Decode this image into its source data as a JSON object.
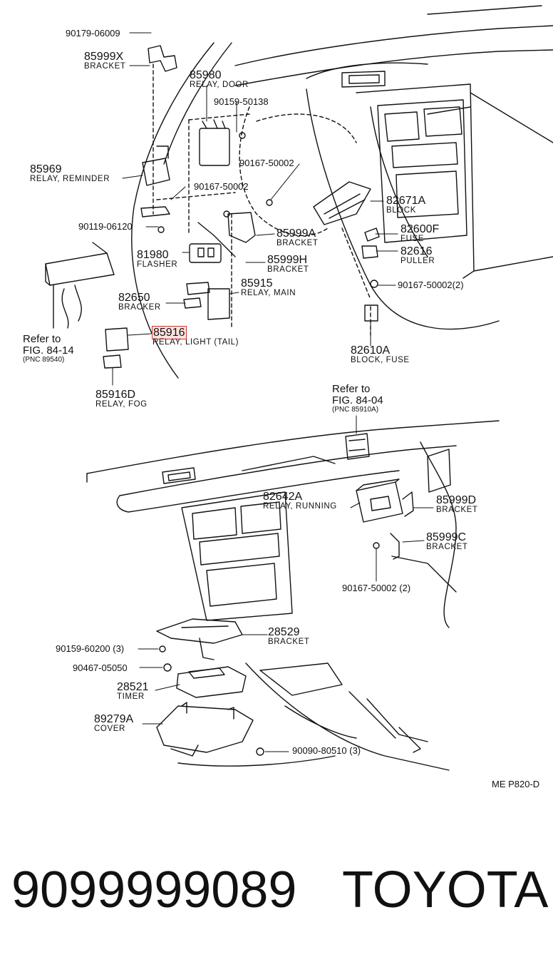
{
  "diagram": {
    "code": "ME P820-D",
    "labels": [
      {
        "id": "90179-06009",
        "pn": "90179-06009",
        "cap": ""
      },
      {
        "id": "85999X",
        "pn": "85999X",
        "cap": "BRACKET"
      },
      {
        "id": "85980",
        "pn": "85980",
        "cap": "RELAY, DOOR"
      },
      {
        "id": "90159-50138",
        "pn": "90159-50138",
        "cap": ""
      },
      {
        "id": "85969",
        "pn": "85969",
        "cap": "RELAY, REMINDER"
      },
      {
        "id": "90167-50002-a",
        "pn": "90167-50002",
        "cap": ""
      },
      {
        "id": "90167-50002-b",
        "pn": "90167-50002",
        "cap": ""
      },
      {
        "id": "90119-06120",
        "pn": "90119-06120",
        "cap": ""
      },
      {
        "id": "82671A",
        "pn": "82671A",
        "cap": "BLOCK"
      },
      {
        "id": "82600F",
        "pn": "82600F",
        "cap": "FUSE"
      },
      {
        "id": "82616",
        "pn": "82616",
        "cap": "PULLER"
      },
      {
        "id": "85999A",
        "pn": "85999A",
        "cap": "BRACKET"
      },
      {
        "id": "81980",
        "pn": "81980",
        "cap": "FLASHER"
      },
      {
        "id": "85999H",
        "pn": "85999H",
        "cap": "BRACKET"
      },
      {
        "id": "90167-50002-2",
        "pn": "90167-50002(2)",
        "cap": ""
      },
      {
        "id": "82650",
        "pn": "82650",
        "cap": "BRACKER"
      },
      {
        "id": "85915",
        "pn": "85915",
        "cap": "RELAY, MAIN"
      },
      {
        "id": "85916",
        "pn": "85916",
        "cap": "RELAY, LIGHT (TAIL)"
      },
      {
        "id": "82610A",
        "pn": "82610A",
        "cap": "BLOCK, FUSE"
      },
      {
        "id": "85916D",
        "pn": "85916D",
        "cap": "RELAY, FOG"
      },
      {
        "id": "82642A",
        "pn": "82642A",
        "cap": "RELAY, RUNNING"
      },
      {
        "id": "85999D",
        "pn": "85999D",
        "cap": "BRACKET"
      },
      {
        "id": "85999C",
        "pn": "85999C",
        "cap": "BRACKET"
      },
      {
        "id": "90167-50002-3",
        "pn": "90167-50002 (2)",
        "cap": ""
      },
      {
        "id": "28529",
        "pn": "28529",
        "cap": "BRACKET"
      },
      {
        "id": "90159-60200",
        "pn": "90159-60200 (3)",
        "cap": ""
      },
      {
        "id": "90467-05050",
        "pn": "90467-05050",
        "cap": ""
      },
      {
        "id": "28521",
        "pn": "28521",
        "cap": "TIMER"
      },
      {
        "id": "89279A",
        "pn": "89279A",
        "cap": "COVER"
      },
      {
        "id": "90090-80510",
        "pn": "90090-80510 (3)",
        "cap": ""
      }
    ],
    "refs": [
      {
        "line1": "Refer to",
        "line2": "FIG. 84-14",
        "sub": "(PNC 89540)"
      },
      {
        "line1": "Refer to",
        "line2": "FIG. 84-04",
        "sub": "(PNC 85910A)"
      }
    ]
  },
  "footer": {
    "part_number": "9099999089",
    "brand": "TOYOTA"
  }
}
